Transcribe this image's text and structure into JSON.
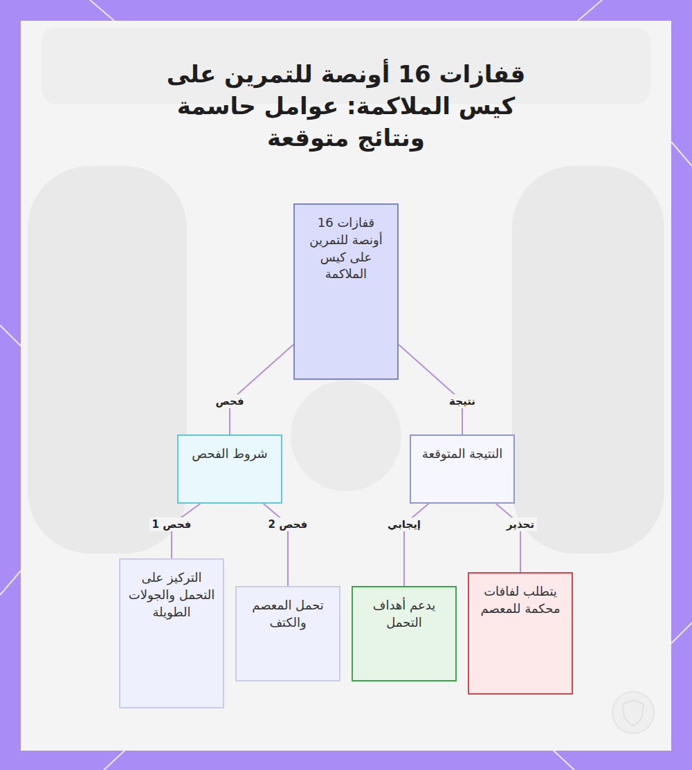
{
  "diagram": {
    "title": "قفازات 16 أونصة للتمرين على كيس الملاكمة: عوامل حاسمة ونتائج متوقعة",
    "nodes": [
      {
        "text": [
          "قفازات 16 أونصة للتمرين على كيس الملاكمة"
        ]
      },
      {
        "text": [
          "شروط الفحص"
        ]
      },
      {
        "text": [
          "النتيجة المتوقعة"
        ]
      },
      {
        "text": [
          "التركيز على التحمل والجولات الطويلة"
        ]
      },
      {
        "text": [
          "تحمل المعصم والكتف"
        ]
      },
      {
        "text": [
          "يدعم أهداف التحمل"
        ]
      },
      {
        "text": [
          "يتطلب لفافات محكمة للمعصم"
        ]
      }
    ],
    "edges": [
      {
        "from": 0,
        "to": 1,
        "label": "فحص",
        "arrow": "none"
      },
      {
        "from": 0,
        "to": 2,
        "label": "نتيجة",
        "arrow": "none"
      },
      {
        "from": 1,
        "to": 3,
        "label": "فحص 1",
        "arrow": "none"
      },
      {
        "from": 1,
        "to": 4,
        "label": "فحص 2",
        "arrow": "none"
      },
      {
        "from": 2,
        "to": 5,
        "label": "إيجابي",
        "arrow": "none"
      },
      {
        "from": 2,
        "to": 6,
        "label": "تحذير",
        "arrow": "none"
      }
    ]
  }
}
